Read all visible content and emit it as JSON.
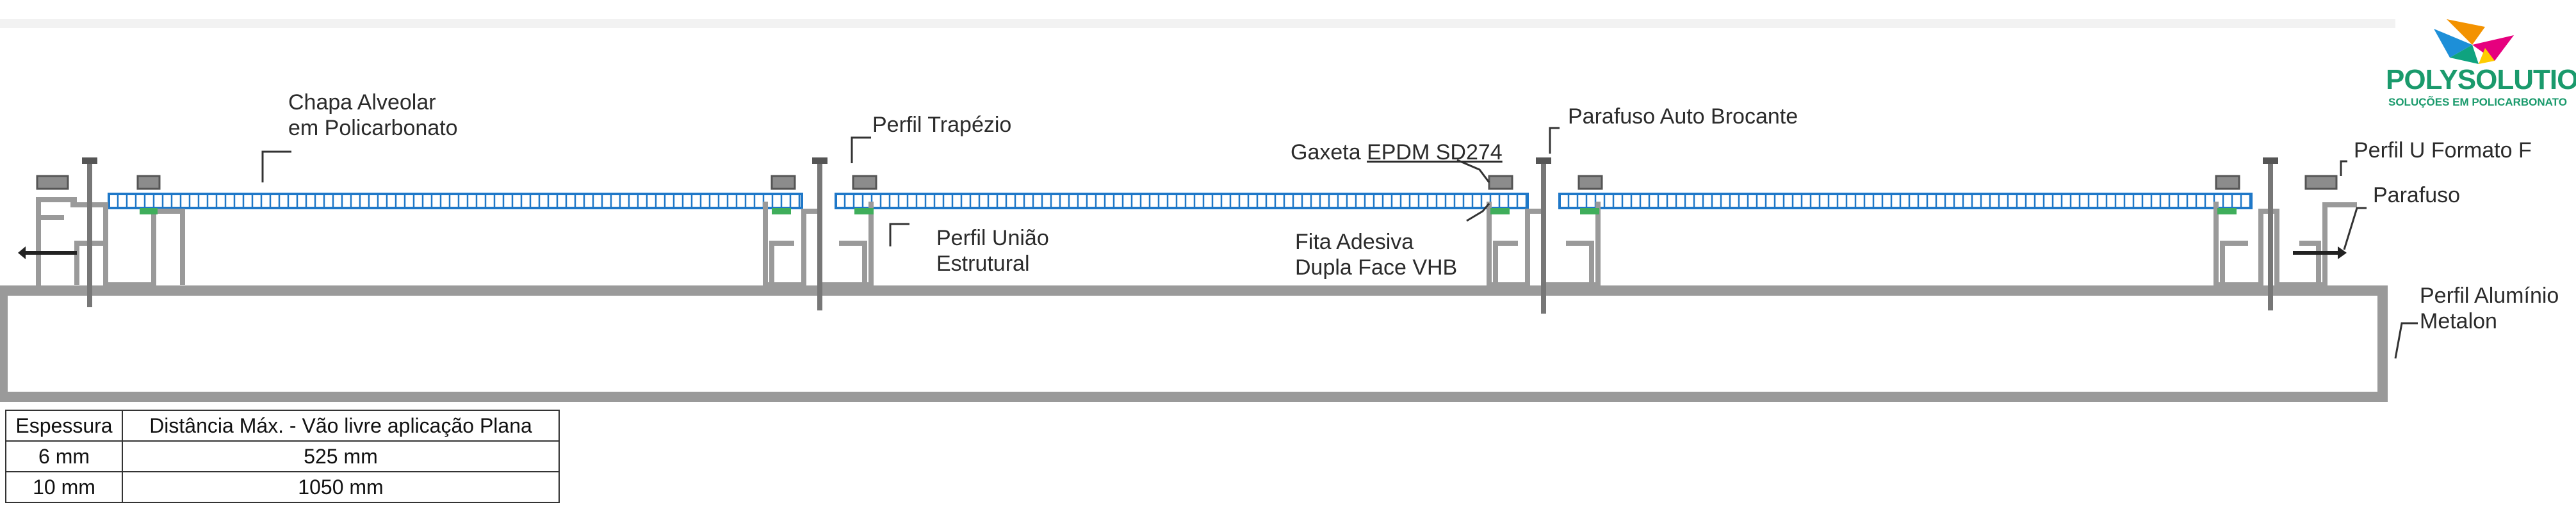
{
  "labels": {
    "chapa_line1": "Chapa Alveolar",
    "chapa_line2": "em Policarbonato",
    "perfil_trapezio": "Perfil Trapézio",
    "perfil_uniao_line1": "Perfil União",
    "perfil_uniao_line2": "Estrutural",
    "gaxeta_prefix": "Gaxeta",
    "gaxeta_suffix": "EPDM SD274",
    "fita_line1": "Fita Adesiva",
    "fita_line2": "Dupla Face  VHB",
    "parafuso_auto": "Parafuso Auto Brocante",
    "perfil_u": "Perfil U Formato F",
    "parafuso": "Parafuso",
    "perfil_aluminio_line1": "Perfil Alumínio",
    "perfil_aluminio_line2": "Metalon"
  },
  "logo": {
    "name": "POLYSOLUTION",
    "tagline": "SOLUÇÕES EM POLICARBONATO"
  },
  "table": {
    "headers": [
      "Espessura",
      "Distância Máx. - Vão livre aplicação Plana"
    ],
    "rows": [
      [
        "6 mm",
        "525 mm"
      ],
      [
        "10 mm",
        "1050 mm"
      ]
    ]
  },
  "colors": {
    "panel_blue": "#1f78c8",
    "structure_gray": "#9a9a9a",
    "gasket_green": "#3fae5b",
    "logo_green": "#1a9a6c"
  }
}
